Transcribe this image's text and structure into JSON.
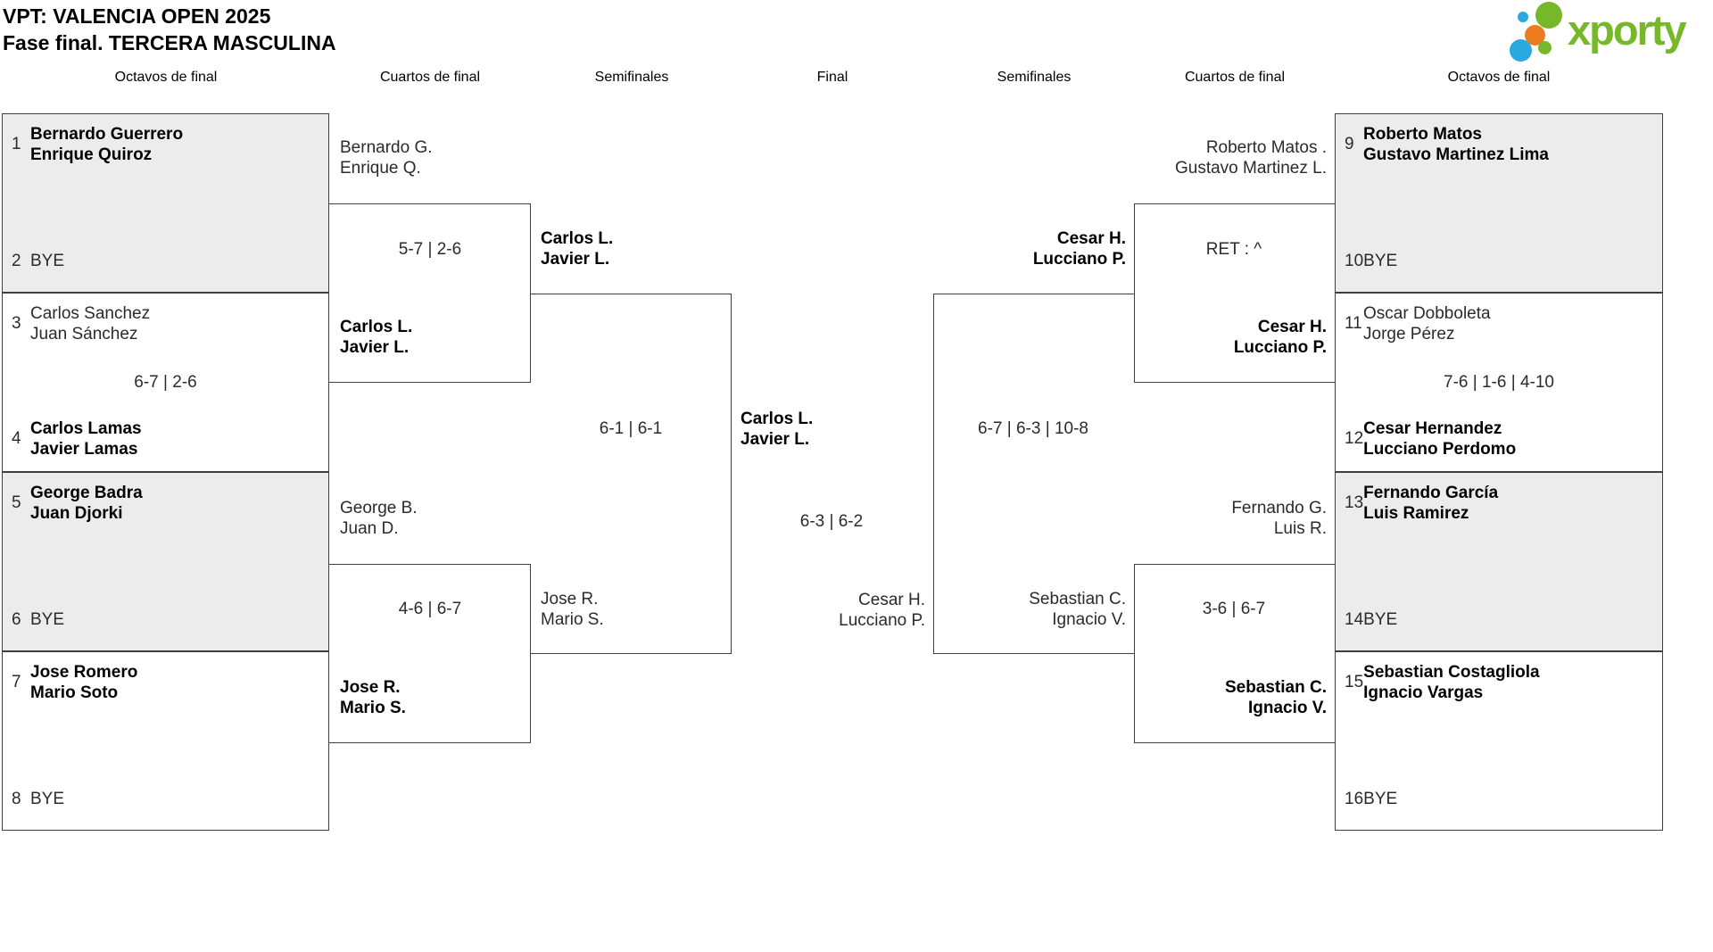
{
  "title": {
    "line1": "VPT: VALENCIA OPEN 2025",
    "line2": "Fase final. TERCERA MASCULINA"
  },
  "logo": {
    "text": "xporty"
  },
  "colors": {
    "brand_green": "#76b82a",
    "brand_blue": "#2aa9e0",
    "brand_orange": "#ec7b1f",
    "shaded_row": "#ececec",
    "border": "#3f3f3f"
  },
  "headers": [
    {
      "label": "Octavos de final"
    },
    {
      "label": "Cuartos de final"
    },
    {
      "label": "Semifinales"
    },
    {
      "label": "Final"
    },
    {
      "label": "Semifinales"
    },
    {
      "label": "Cuartos de final"
    },
    {
      "label": "Octavos de final"
    }
  ],
  "r16": [
    {
      "seed_top": "1",
      "top": [
        "Bernardo Guerrero",
        "Enrique Quiroz"
      ],
      "seed_bottom": "2",
      "bottom": [
        "BYE"
      ],
      "score": ""
    },
    {
      "seed_top": "3",
      "top": [
        "Carlos Sanchez",
        "Juan Sánchez"
      ],
      "seed_bottom": "4",
      "bottom": [
        "Carlos Lamas",
        "Javier Lamas"
      ],
      "score": "6-7 | 2-6"
    },
    {
      "seed_top": "5",
      "top": [
        "George Badra",
        "Juan Djorki"
      ],
      "seed_bottom": "6",
      "bottom": [
        "BYE"
      ],
      "score": ""
    },
    {
      "seed_top": "7",
      "top": [
        "Jose Romero",
        "Mario Soto"
      ],
      "seed_bottom": "8",
      "bottom": [
        "BYE"
      ],
      "score": ""
    },
    {
      "seed_top": "9",
      "top": [
        "Roberto Matos",
        "Gustavo Martinez Lima"
      ],
      "seed_bottom": "10",
      "bottom": [
        "BYE"
      ],
      "score": ""
    },
    {
      "seed_top": "11",
      "top": [
        "Oscar Dobboleta",
        "Jorge Pérez"
      ],
      "seed_bottom": "12",
      "bottom": [
        "Cesar Hernandez",
        "Lucciano Perdomo"
      ],
      "score": "7-6 | 1-6 | 4-10"
    },
    {
      "seed_top": "13",
      "top": [
        "Fernando García",
        "Luis Ramirez"
      ],
      "seed_bottom": "14",
      "bottom": [
        "BYE"
      ],
      "score": ""
    },
    {
      "seed_top": "15",
      "top": [
        "Sebastian Costagliola",
        "Ignacio Vargas"
      ],
      "seed_bottom": "16",
      "bottom": [
        "BYE"
      ],
      "score": ""
    }
  ],
  "advancers": {
    "qf_left1": {
      "top": {
        "l1": "Bernardo G.",
        "l2": "Enrique Q."
      },
      "bottom": {
        "l1": "Carlos L.",
        "l2": "Javier L."
      },
      "score": "5-7 | 2-6"
    },
    "qf_left2": {
      "top": {
        "l1": "George B.",
        "l2": "Juan D."
      },
      "bottom": {
        "l1": "Jose R.",
        "l2": "Mario S."
      },
      "score": "4-6 | 6-7"
    },
    "qf_right1": {
      "top": {
        "l1": "Roberto Matos .",
        "l2": "Gustavo Martinez L."
      },
      "bottom": {
        "l1": "Cesar H.",
        "l2": "Lucciano P."
      },
      "score": "RET : ^"
    },
    "qf_right2": {
      "top": {
        "l1": "Fernando G.",
        "l2": "Luis R."
      },
      "bottom": {
        "l1": "Sebastian C.",
        "l2": "Ignacio V."
      },
      "score": "3-6 | 6-7"
    },
    "sf_left": {
      "top": {
        "l1": "Carlos L.",
        "l2": "Javier L."
      },
      "bottom": {
        "l1": "Jose R.",
        "l2": "Mario S."
      },
      "score": "6-1 | 6-1"
    },
    "sf_right": {
      "top": {
        "l1": "Cesar H.",
        "l2": "Lucciano P."
      },
      "bottom": {
        "l1": "Sebastian C.",
        "l2": "Ignacio V."
      },
      "score": "6-7 | 6-3 | 10-8"
    },
    "final": {
      "top": {
        "l1": "Carlos L.",
        "l2": "Javier L."
      },
      "bottom": {
        "l1": "Cesar H.",
        "l2": "Lucciano P."
      },
      "score": "6-3 | 6-2"
    }
  }
}
